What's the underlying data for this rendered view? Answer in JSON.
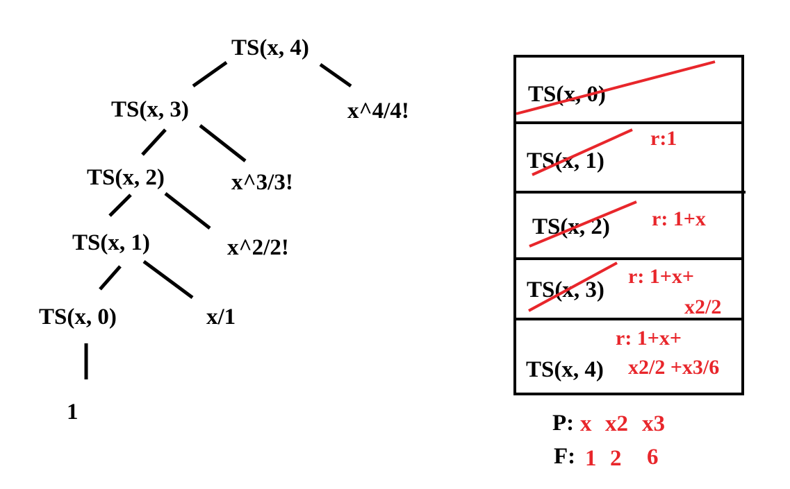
{
  "tree": {
    "nodes": [
      {
        "id": "ts4",
        "label": "TS(x, 4)"
      },
      {
        "id": "ts3",
        "label": "TS(x, 3)"
      },
      {
        "id": "t4",
        "label": "x^4/4!"
      },
      {
        "id": "ts2",
        "label": "TS(x, 2)"
      },
      {
        "id": "t3",
        "label": "x^3/3!"
      },
      {
        "id": "ts1",
        "label": "TS(x, 1)"
      },
      {
        "id": "t2",
        "label": "x^2/2!"
      },
      {
        "id": "ts0",
        "label": "TS(x, 0)"
      },
      {
        "id": "t1",
        "label": "x/1"
      },
      {
        "id": "base",
        "label": "1"
      }
    ],
    "edges": [
      [
        "ts4",
        "ts3"
      ],
      [
        "ts4",
        "t4"
      ],
      [
        "ts3",
        "ts2"
      ],
      [
        "ts3",
        "t3"
      ],
      [
        "ts2",
        "ts1"
      ],
      [
        "ts2",
        "t2"
      ],
      [
        "ts1",
        "ts0"
      ],
      [
        "ts1",
        "t1"
      ],
      [
        "ts0",
        "base"
      ]
    ]
  },
  "stack": {
    "frames": [
      {
        "label": "TS(x, 0)",
        "crossed": true,
        "note": []
      },
      {
        "label": "TS(x, 1)",
        "crossed": true,
        "note": [
          "r:1"
        ]
      },
      {
        "label": "TS(x, 2)",
        "crossed": true,
        "note": [
          "r: 1+x"
        ]
      },
      {
        "label": "TS(x, 3)",
        "crossed": true,
        "note": [
          "r: 1+x+",
          "x2/2"
        ]
      },
      {
        "label": "TS(x, 4)",
        "crossed": false,
        "note": [
          "r: 1+x+",
          "x2/2 +x3/6"
        ]
      }
    ]
  },
  "accumulators": {
    "p_label": "P:",
    "p_values": [
      "x",
      "x2",
      "x3"
    ],
    "f_label": "F:",
    "f_values": [
      "1",
      "2",
      "6"
    ]
  },
  "colors": {
    "ink": "#000000",
    "annotation": "#e8262b",
    "background": "#ffffff"
  }
}
